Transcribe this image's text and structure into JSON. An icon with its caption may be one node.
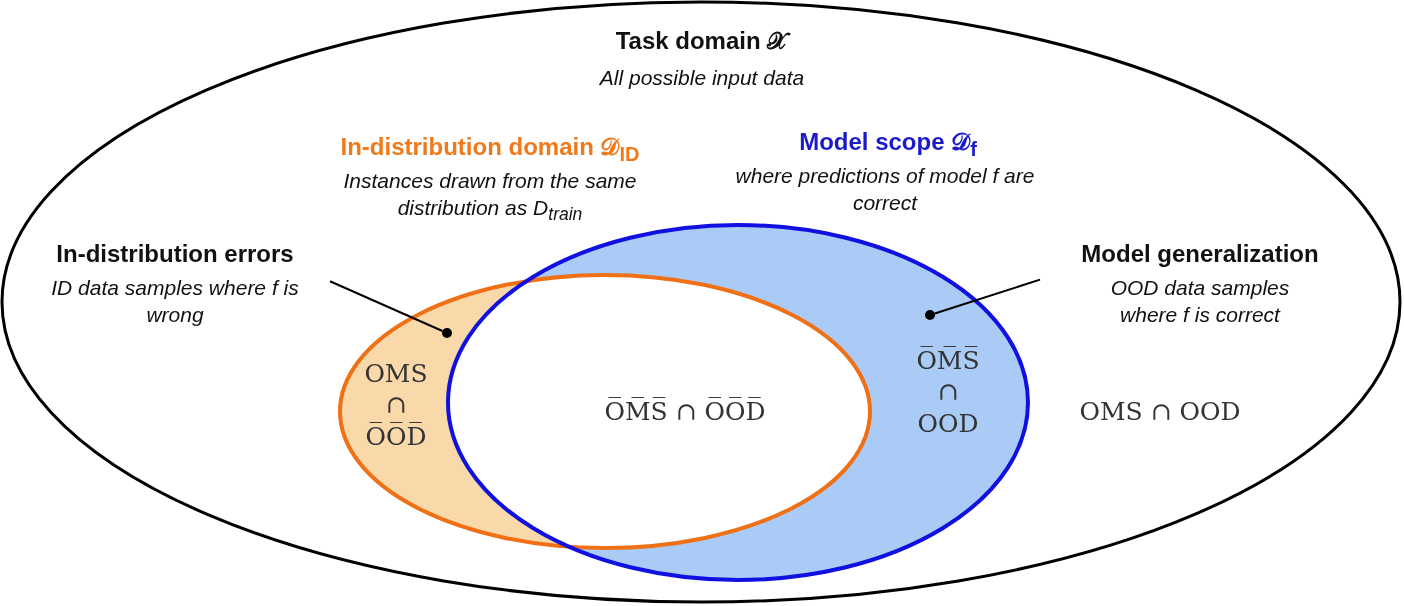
{
  "diagram": {
    "nodes": [
      {
        "text": [
          "Task domain 𝒳",
          "All possible input data"
        ]
      },
      {
        "text": [
          "In-distribution domain 𝒟$_{ID}$",
          "Instances drawn from the same distribution as D$_{train}$"
        ],
        "in": 0
      },
      {
        "text": [
          "Model scope 𝒟$_{f}$",
          "where predictions of model f are correct"
        ],
        "in": 0
      },
      {
        "text": [
          "In-distribution errors",
          "ID data samples where f is wrong"
        ],
        "in": 0
      },
      {
        "text": [],
        "shape": "circle",
        "in": 1
      },
      {
        "text": [
          "Model generalization",
          "OOD data samples where f is correct"
        ],
        "in": 0
      },
      {
        "text": [],
        "shape": "circle",
        "in": 2
      }
    ],
    "edges": [
      {
        "from": 3,
        "to": 4,
        "arrow": "none"
      },
      {
        "from": 5,
        "to": 6,
        "arrow": "none"
      }
    ],
    "labels": [
      "OMS ∩ O̅O̅D̅",
      "O̅M̅S̅ ∩ O̅O̅D̅",
      "O̅M̅S̅ ∩ OOD",
      "OMS ∩ OOD"
    ]
  }
}
